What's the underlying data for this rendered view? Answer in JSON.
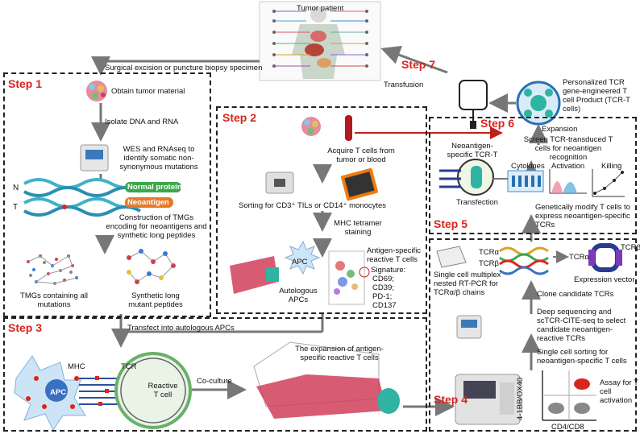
{
  "steps": {
    "s1": "Step 1",
    "s2": "Step 2",
    "s3": "Step 3",
    "s4": "Step 4",
    "s5": "Step 5",
    "s6": "Step 6",
    "s7": "Step 7"
  },
  "top": {
    "patient": "Tumor patient",
    "surgical": "Surgical excision or puncture biopsy specimen",
    "transfusion": "Transfusion"
  },
  "step1": {
    "obtain": "Obtain tumor material",
    "isolate": "Isolate DNA and RNA",
    "wes": "WES and RNAseq to identify somatic non-synonymous mutations",
    "n": "N",
    "t": "T",
    "normal": "Normal protein",
    "neoantigen": "Neoantigen",
    "tmg": "Construction of TMGs encoding for neoantigens and synthetic long peptides",
    "tmgs_all": "TMGs containing all mutations",
    "slp": "Synthetic long mutant peptides"
  },
  "step2": {
    "acquire": "Acquire T cells from tumor or blood",
    "sorting": "Sorting for CD3⁺ TILs or CD14⁺ monocytes",
    "mhc": "MHC tetramer staining",
    "apc": "APC",
    "auto": "Autologous APCs",
    "ag_title": "Antigen-specific reactive T cells",
    "signature": "Signature:",
    "markers": [
      "CD69;",
      "CD39;",
      "PD-1;",
      "CD137"
    ]
  },
  "step3": {
    "transfect": "Transfect into autologous APCs",
    "apc": "APC",
    "mhc": "MHC",
    "tcr": "TCR",
    "reactive": "Reactive T cell",
    "coculture": "Co-culture",
    "expansion": "The expansion of antigen-specific reactive T cells"
  },
  "step4": {
    "sc_sort": "Single cell sorting for neoantigen-specific T cells",
    "assay": "Assay for T cell activation",
    "ylab": "4-1BB/OX40",
    "xlab": "CD4/CD8",
    "deepseq": "Deep sequencing and scTCR-CITE-seq to select candidate neoantigen-reactive TCRs",
    "clone": "Clone candidate TCRs",
    "rtpcr": "Single cell multiplex nested RT-PCR for TCRα/β chains",
    "tcra": "TCRα",
    "tcrb": "TCRβ",
    "tcra2": "TCRα",
    "tcrb2": "TCRβ",
    "vector": "Expression vector"
  },
  "step5": {
    "neo_tcr": "Neoantigen-specific TCR-T",
    "transfection": "Transfection",
    "genetically": "Genetically modify T cells to express neoantigen-specific TCRs",
    "cytokines": "Cytokines",
    "activation": "Activation",
    "killing": "Killing"
  },
  "step6": {
    "product": "Personalized TCR gene-engineered T cell Product (TCR-T cells)",
    "expansion": "Expansion",
    "screen": "Screen TCR-transduced T cells for neoantigen recognition"
  },
  "colors": {
    "step_red": "#d8261c",
    "teal": "#2fb3a3",
    "flask_red": "#d0405a",
    "apc_blue": "#5aa9e6"
  }
}
